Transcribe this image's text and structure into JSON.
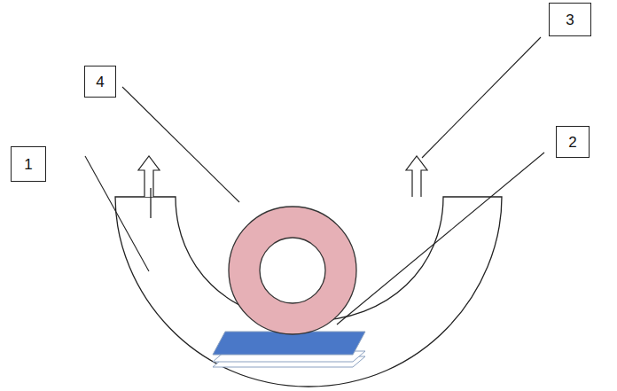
{
  "diagram": {
    "nodes": [
      {
        "text": [
          "3"
        ]
      },
      {
        "text": [
          "4"
        ]
      },
      {
        "text": [
          "2"
        ]
      },
      {
        "text": [
          "1"
        ]
      }
    ]
  }
}
